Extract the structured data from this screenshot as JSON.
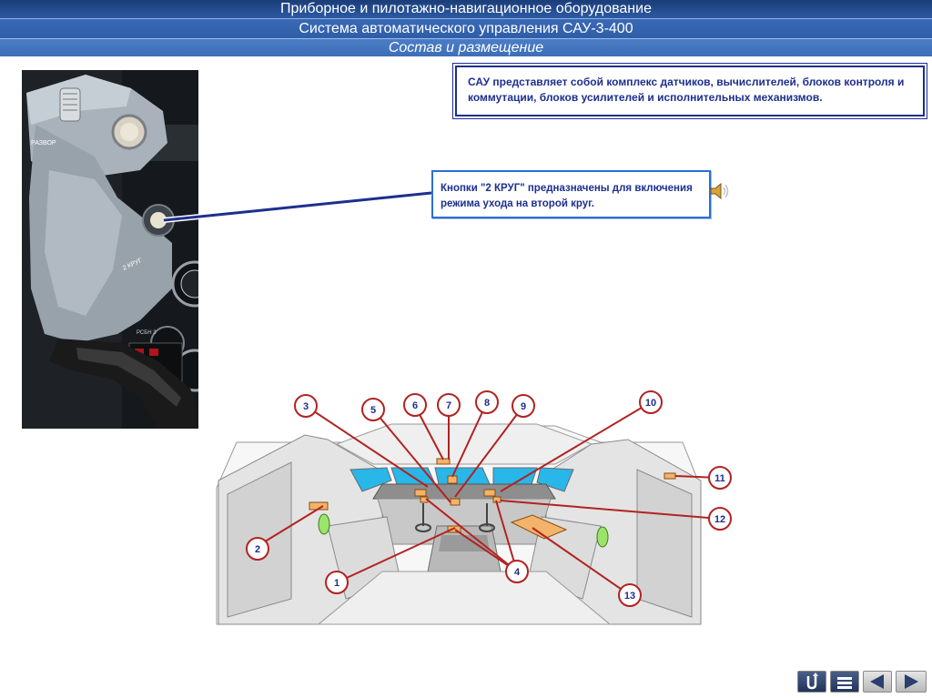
{
  "header": {
    "title": "Приборное и пилотажно-навигационное оборудование",
    "subtitle": "Система автоматического управления САУ-3-400",
    "section": "Состав и размещение"
  },
  "info_box": {
    "text": "САУ представляет собой комплекс датчиков, вычислителей, блоков контроля и коммутации, блоков усилителей и исполнительных механизмов."
  },
  "callout": {
    "text": "Кнопки \"2 КРУГ\" предназначены для включения режима ухода на второй круг."
  },
  "photo": {
    "labels": [
      "РАЗВОР",
      "2 КРУГ",
      "РСБН 3"
    ]
  },
  "diagram": {
    "markers": [
      "1",
      "2",
      "3",
      "4",
      "5",
      "6",
      "7",
      "8",
      "9",
      "10",
      "11",
      "12",
      "13"
    ]
  },
  "navigation": {
    "buttons": [
      "return",
      "menu",
      "previous",
      "next"
    ]
  },
  "colors": {
    "header_dark": "#1b3d78",
    "header_light": "#3d6fb8",
    "marker_stroke": "#b22222",
    "marker_fill": "#ffffff",
    "highlight": "#f2b36a",
    "window": "#29b6e8",
    "text_blue": "#1d2f8f"
  }
}
